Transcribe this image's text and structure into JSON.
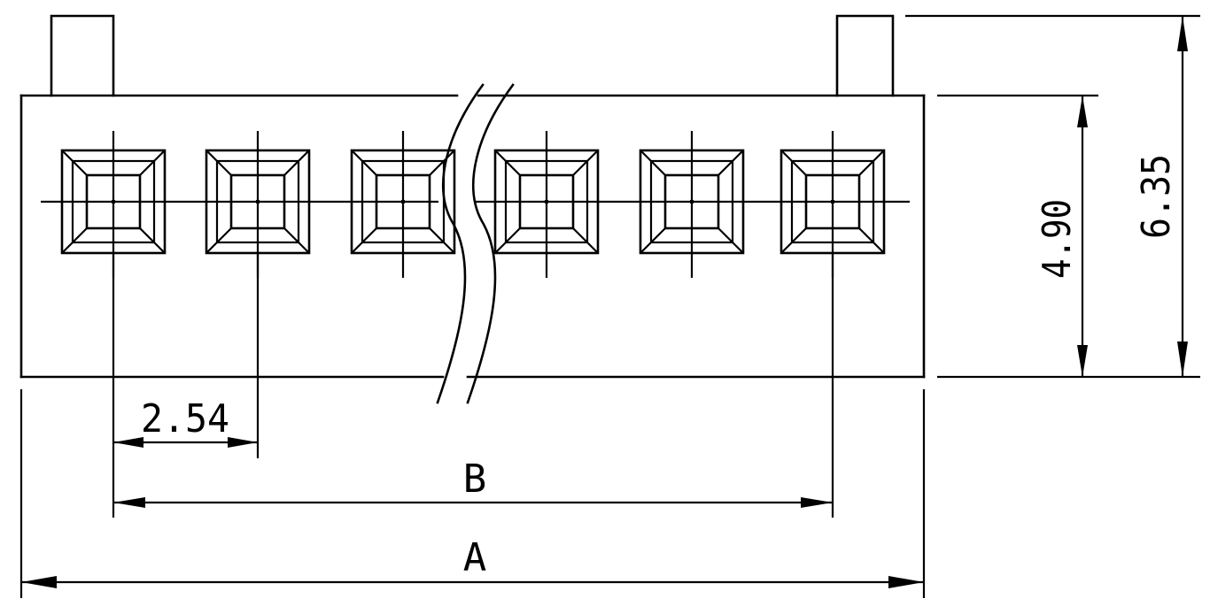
{
  "dimensions": {
    "pitch": "2.54",
    "length_b": "B",
    "length_a": "A",
    "height_body": "4.90",
    "height_total": "6.35"
  },
  "colors": {
    "line": "#000000",
    "background": "#ffffff"
  },
  "pin_count_shown": 6
}
